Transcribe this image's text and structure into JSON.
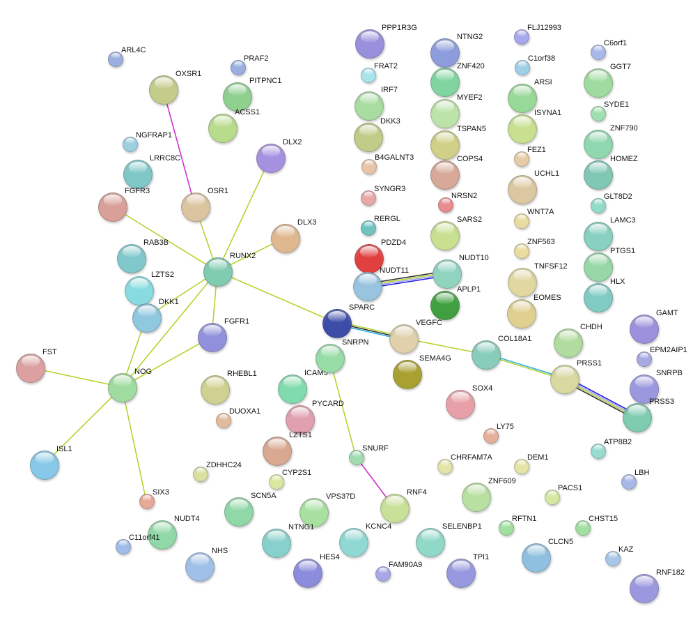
{
  "nodes": [
    {
      "id": "ARL4C",
      "color": "#9aaee0"
    },
    {
      "id": "PRAF2",
      "color": "#9aaee0"
    },
    {
      "id": "OXSR1",
      "color": "#c4cc8c"
    },
    {
      "id": "PITPNC1",
      "color": "#8fd08f"
    },
    {
      "id": "ACSS1",
      "color": "#b8dc8c"
    },
    {
      "id": "NGFRAP1",
      "color": "#9ccfe0"
    },
    {
      "id": "LRRC8C",
      "color": "#80c8c8"
    },
    {
      "id": "DLX2",
      "color": "#a690e0"
    },
    {
      "id": "FGFR3",
      "color": "#d8a098"
    },
    {
      "id": "OSR1",
      "color": "#dcc4a0"
    },
    {
      "id": "DLX3",
      "color": "#e0b890"
    },
    {
      "id": "RAB3B",
      "color": "#80c8cc"
    },
    {
      "id": "RUNX2",
      "color": "#80ccb0"
    },
    {
      "id": "LZTS2",
      "color": "#88dce0"
    },
    {
      "id": "DKK1",
      "color": "#90c8e0"
    },
    {
      "id": "FGFR1",
      "color": "#9090dc"
    },
    {
      "id": "FST",
      "color": "#dca0a0"
    },
    {
      "id": "NOG",
      "color": "#a0dca0"
    },
    {
      "id": "RHEBL1",
      "color": "#d0d090"
    },
    {
      "id": "DUOXA1",
      "color": "#e0bc9c"
    },
    {
      "id": "ISL1",
      "color": "#88c8e8"
    },
    {
      "id": "ZDHHC24",
      "color": "#d8e0a0"
    },
    {
      "id": "SIX3",
      "color": "#e8a898"
    },
    {
      "id": "NUDT4",
      "color": "#90d8a8"
    },
    {
      "id": "C11orf41",
      "color": "#a0bce8"
    },
    {
      "id": "NHS",
      "color": "#a0c0e8"
    },
    {
      "id": "SCN5A",
      "color": "#90d8a8"
    },
    {
      "id": "CYP2S1",
      "color": "#d8e8a0"
    },
    {
      "id": "VPS37D",
      "color": "#a8e0a0"
    },
    {
      "id": "NTNG1",
      "color": "#88d0cc"
    },
    {
      "id": "HES4",
      "color": "#8c8cdc"
    },
    {
      "id": "KCNC4",
      "color": "#90d8d4"
    },
    {
      "id": "FAM90A9",
      "color": "#a8a8e8"
    },
    {
      "id": "SELENBP1",
      "color": "#90d8c8"
    },
    {
      "id": "TPI1",
      "color": "#9898e0"
    },
    {
      "id": "ICAM5",
      "color": "#80dcac"
    },
    {
      "id": "PYCARD",
      "color": "#e0a0b0"
    },
    {
      "id": "LZTS1",
      "color": "#d8a890"
    },
    {
      "id": "SNRPN",
      "color": "#98dca8"
    },
    {
      "id": "SNURF",
      "color": "#a0dcb0"
    },
    {
      "id": "RNF4",
      "color": "#c8e098"
    },
    {
      "id": "PPP1R3G",
      "color": "#9890dc"
    },
    {
      "id": "FRAT2",
      "color": "#a8e4ec"
    },
    {
      "id": "IRF7",
      "color": "#a8dca0"
    },
    {
      "id": "DKK3",
      "color": "#c0cc88"
    },
    {
      "id": "B4GALNT3",
      "color": "#e8c4a8"
    },
    {
      "id": "SYNGR3",
      "color": "#e8a8a8"
    },
    {
      "id": "RERGL",
      "color": "#70c4c0"
    },
    {
      "id": "PDZD4",
      "color": "#e04040"
    },
    {
      "id": "NUDT11",
      "color": "#98c4e0"
    },
    {
      "id": "SPARC",
      "color": "#3c4ca8"
    },
    {
      "id": "VEGFC",
      "color": "#e0d0ac"
    },
    {
      "id": "SEMA4G",
      "color": "#a8a030"
    },
    {
      "id": "SOX4",
      "color": "#e8a0a8"
    },
    {
      "id": "NTNG2",
      "color": "#8c9cdc"
    },
    {
      "id": "ZNF420",
      "color": "#80d4a0"
    },
    {
      "id": "MYEF2",
      "color": "#bce4a8"
    },
    {
      "id": "TSPAN5",
      "color": "#d0d088"
    },
    {
      "id": "COPS4",
      "color": "#d8a898"
    },
    {
      "id": "NRSN2",
      "color": "#e88c90"
    },
    {
      "id": "SARS2",
      "color": "#c8e090"
    },
    {
      "id": "NUDT10",
      "color": "#90d4c0"
    },
    {
      "id": "APLP1",
      "color": "#40a040"
    },
    {
      "id": "COL18A1",
      "color": "#88ccbc"
    },
    {
      "id": "LY75",
      "color": "#e8b09c"
    },
    {
      "id": "CHRFAM7A",
      "color": "#e4e4a8"
    },
    {
      "id": "DEM1",
      "color": "#e4e4a8"
    },
    {
      "id": "ZNF609",
      "color": "#b8e0a0"
    },
    {
      "id": "PACS1",
      "color": "#d4e8a0"
    },
    {
      "id": "RFTN1",
      "color": "#a0e0a0"
    },
    {
      "id": "CLCN5",
      "color": "#90c0e0"
    },
    {
      "id": "FLJ12993",
      "color": "#a8a8ec"
    },
    {
      "id": "C1orf38",
      "color": "#a0d0e8"
    },
    {
      "id": "ARSI",
      "color": "#98d898"
    },
    {
      "id": "ISYNA1",
      "color": "#c8e090"
    },
    {
      "id": "FEZ1",
      "color": "#e8cca8"
    },
    {
      "id": "UCHL1",
      "color": "#dcc8a0"
    },
    {
      "id": "WNT7A",
      "color": "#e8dca0"
    },
    {
      "id": "ZNF563",
      "color": "#e8dca0"
    },
    {
      "id": "TNFSF12",
      "color": "#e0d8a0"
    },
    {
      "id": "EOMES",
      "color": "#e0d090"
    },
    {
      "id": "CHDH",
      "color": "#b0dca0"
    },
    {
      "id": "PRSS1",
      "color": "#d8d8a0"
    },
    {
      "id": "GAMT",
      "color": "#9c90dc"
    },
    {
      "id": "EPM2AIP1",
      "color": "#a8a8e4"
    },
    {
      "id": "SNRPB",
      "color": "#9c98e0"
    },
    {
      "id": "PRSS3",
      "color": "#80ccb0"
    },
    {
      "id": "ATP8B2",
      "color": "#98dcd0"
    },
    {
      "id": "LBH",
      "color": "#a8b8e8"
    },
    {
      "id": "CHST15",
      "color": "#a0e0a0"
    },
    {
      "id": "KAZ",
      "color": "#a8c8e8"
    },
    {
      "id": "RNF182",
      "color": "#9c98e0"
    },
    {
      "id": "C6orf1",
      "color": "#a8b8e8"
    },
    {
      "id": "GGT7",
      "color": "#a0dca0"
    },
    {
      "id": "SYDE1",
      "color": "#a0e0b0"
    },
    {
      "id": "ZNF790",
      "color": "#90d8b0"
    },
    {
      "id": "HOMEZ",
      "color": "#80c8b4"
    },
    {
      "id": "GLT8D2",
      "color": "#90dcc8"
    },
    {
      "id": "LAMC3",
      "color": "#88d0c0"
    },
    {
      "id": "PTGS1",
      "color": "#98d8a8"
    },
    {
      "id": "HLX",
      "color": "#80ccc4"
    }
  ],
  "edges": [
    {
      "source": "OXSR1",
      "target": "OSR1",
      "colors": [
        "#d030d0"
      ]
    },
    {
      "source": "FGFR3",
      "target": "RUNX2",
      "colors": [
        "#b4d430"
      ]
    },
    {
      "source": "OSR1",
      "target": "RUNX2",
      "colors": [
        "#b4d430"
      ]
    },
    {
      "source": "DLX2",
      "target": "RUNX2",
      "colors": [
        "#b4d430"
      ]
    },
    {
      "source": "DLX3",
      "target": "RUNX2",
      "colors": [
        "#b4d430"
      ]
    },
    {
      "source": "RUNX2",
      "target": "SPARC",
      "colors": [
        "#b4d430"
      ]
    },
    {
      "source": "RUNX2",
      "target": "DKK1",
      "colors": [
        "#b4d430"
      ]
    },
    {
      "source": "RUNX2",
      "target": "NOG",
      "colors": [
        "#b4d430"
      ]
    },
    {
      "source": "RUNX2",
      "target": "FGFR1",
      "colors": [
        "#b4d430"
      ]
    },
    {
      "source": "NOG",
      "target": "DKK1",
      "colors": [
        "#b4d430"
      ]
    },
    {
      "source": "NOG",
      "target": "FGFR1",
      "colors": [
        "#b4d430"
      ]
    },
    {
      "source": "NOG",
      "target": "FST",
      "colors": [
        "#b4d430"
      ]
    },
    {
      "source": "NOG",
      "target": "ISL1",
      "colors": [
        "#b4d430"
      ]
    },
    {
      "source": "NOG",
      "target": "SIX3",
      "colors": [
        "#b4d430"
      ]
    },
    {
      "source": "SPARC",
      "target": "VEGFC",
      "colors": [
        "#b4d430",
        "#333333",
        "#30b0e0"
      ]
    },
    {
      "source": "VEGFC",
      "target": "COL18A1",
      "colors": [
        "#b4d430"
      ]
    },
    {
      "source": "COL18A1",
      "target": "PRSS1",
      "colors": [
        "#30b0e0",
        "#b4d430"
      ]
    },
    {
      "source": "PRSS1",
      "target": "PRSS3",
      "colors": [
        "#2020e0",
        "#a0a0f0",
        "#b4d430",
        "#333333"
      ]
    },
    {
      "source": "NUDT11",
      "target": "NUDT10",
      "colors": [
        "#333333",
        "#b4d430",
        "#a0a0f0",
        "#2020e0"
      ]
    },
    {
      "source": "SNRPN",
      "target": "SNURF",
      "colors": [
        "#b4d430"
      ]
    },
    {
      "source": "SNURF",
      "target": "RNF4",
      "colors": [
        "#d030d0"
      ]
    }
  ]
}
